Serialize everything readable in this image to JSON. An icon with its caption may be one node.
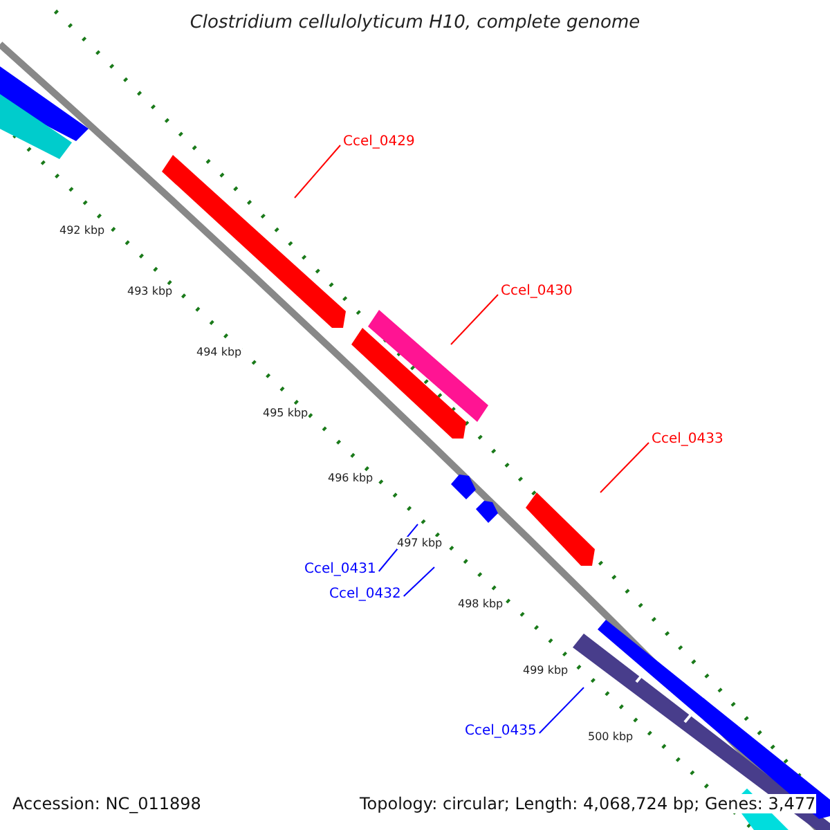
{
  "diagram": {
    "title": "Clostridium cellulolyticum H10, complete genome",
    "nodes": [
      {
        "text": [
          "Ccel_0429"
        ]
      },
      {
        "text": [
          "Ccel_0430"
        ]
      },
      {
        "text": [
          "Ccel_0433"
        ]
      },
      {
        "text": [
          "Ccel_0431"
        ]
      },
      {
        "text": [
          "Ccel_0432"
        ]
      },
      {
        "text": [
          "Ccel_0435"
        ]
      }
    ],
    "edges": [
      {
        "from": 0,
        "to": null,
        "arrow": "none",
        "color": "#ff0000"
      },
      {
        "from": 1,
        "to": null,
        "arrow": "none",
        "color": "#ff0000"
      },
      {
        "from": 2,
        "to": null,
        "arrow": "none",
        "color": "#ff0000"
      },
      {
        "from": 3,
        "to": null,
        "arrow": "none",
        "color": "#0000ff"
      },
      {
        "from": 4,
        "to": null,
        "arrow": "none",
        "color": "#0000ff"
      },
      {
        "from": 5,
        "to": null,
        "arrow": "none",
        "color": "#0000ff"
      }
    ],
    "labels": [
      "492 kbp",
      "493 kbp",
      "494 kbp",
      "495 kbp",
      "496 kbp",
      "497 kbp",
      "498 kbp",
      "499 kbp",
      "500 kbp",
      "Accession: NC_011898",
      "Topology: circular; Length: 4,068,724 bp; Genes: 3,477"
    ]
  }
}
